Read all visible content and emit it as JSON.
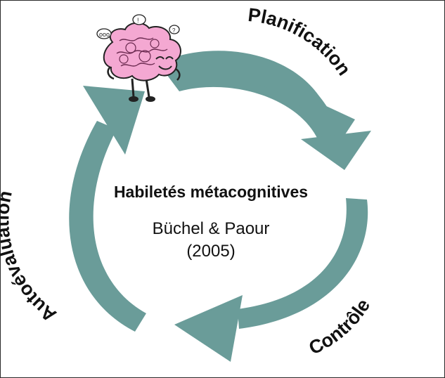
{
  "diagram": {
    "center": {
      "title": "Habiletés métacognitives",
      "author": "Büchel & Paour",
      "year": "(2005)"
    },
    "stages": {
      "planification": "Planification",
      "controle": "Contrôle",
      "autoevaluation": "Autoévaluation"
    },
    "colors": {
      "arrow": "#6a9c99",
      "brain": "#f4a8d2",
      "brain_outline": "#222222"
    },
    "icons": [
      "brain-mascot-icon",
      "thought-bubble-icon"
    ]
  }
}
